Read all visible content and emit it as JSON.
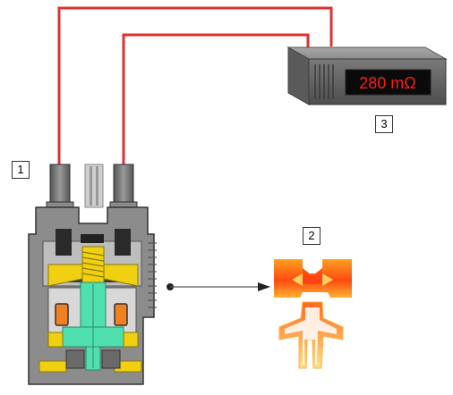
{
  "meter": {
    "display_value": "280 mΩ",
    "display_text_color": "#ff1a1a",
    "display_background": "#0a0a0a"
  },
  "callouts": {
    "sensor": "1",
    "weld_detail": "2",
    "meter": "3"
  },
  "colors": {
    "wire": "#e03030",
    "housing": "#7a7a7a",
    "spring": "#f0d010",
    "core": "#50e0b0",
    "coil": "#f08020",
    "weld_hot": "#ff5a10",
    "weld_warm": "#ffc040"
  },
  "icons": [
    "resistance-meter-icon",
    "sensor-cross-section-icon",
    "weld-joint-icon",
    "pointer-arrow-icon"
  ]
}
